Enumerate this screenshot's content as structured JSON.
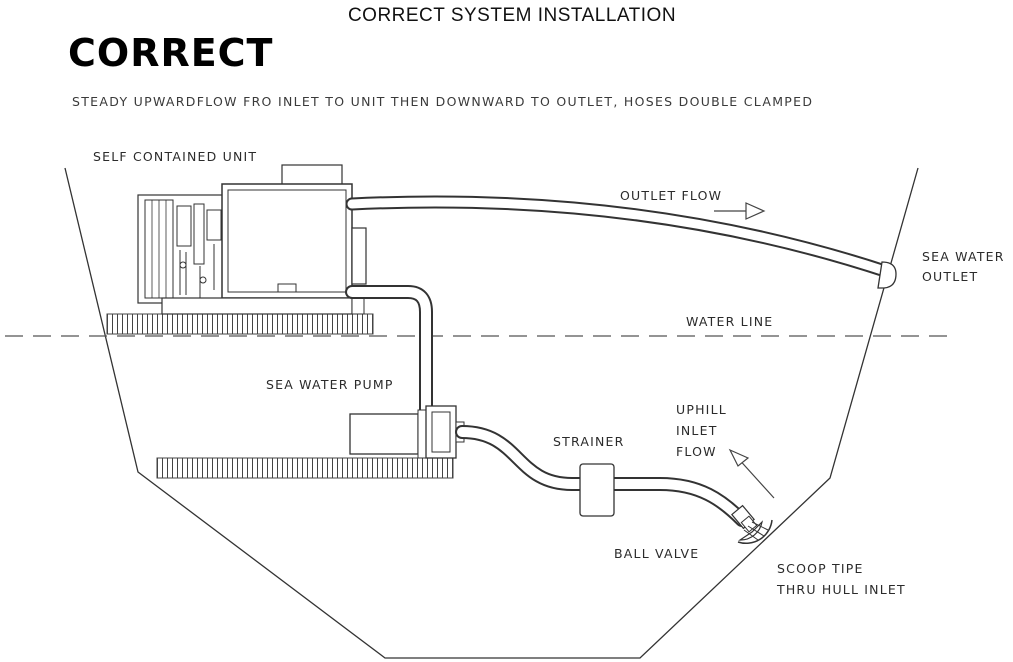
{
  "header": {
    "title": "CORRECT SYSTEM  INSTALLATION",
    "heading": "CORRECT",
    "description": "STEADY UPWARDFLOW FRO INLET TO UNIT THEN DOWNWARD TO OUTLET, HOSES DOUBLE CLAMPED"
  },
  "labels": {
    "unit": "SELF CONTAINED UNIT",
    "outlet_flow": "OUTLET FLOW",
    "sea_water_outlet_1": "SEA WATER",
    "sea_water_outlet_2": "OUTLET",
    "water_line": "WATER LINE",
    "pump": "SEA WATER PUMP",
    "uphill_1": "UPHILL",
    "uphill_2": "INLET",
    "uphill_3": "FLOW",
    "strainer": "STRAINER",
    "ball_valve": "BALL VALVE",
    "scoop_1": "SCOOP TIPE",
    "scoop_2": "THRU HULL INLET"
  }
}
